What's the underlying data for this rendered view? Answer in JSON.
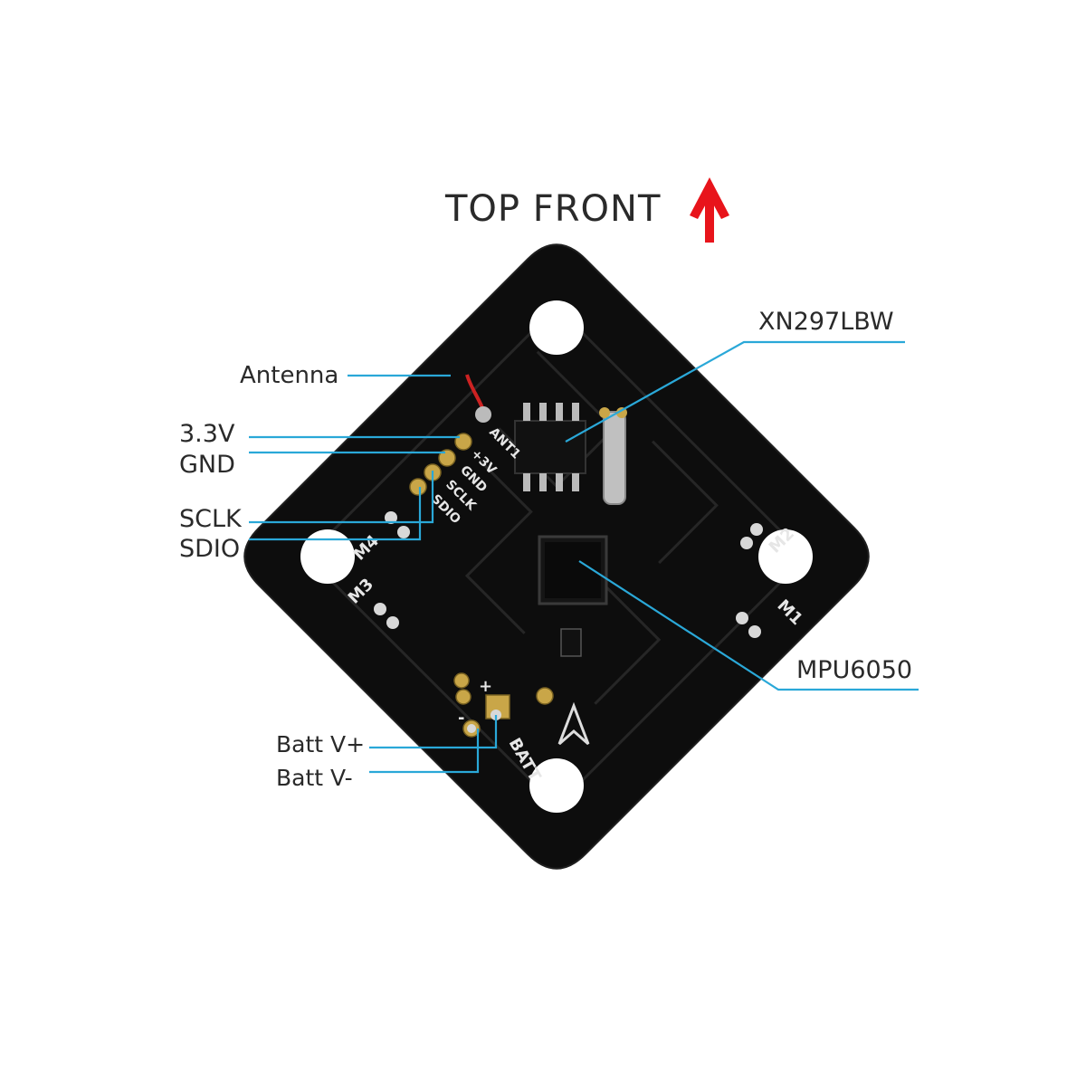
{
  "header": {
    "title": "TOP  FRONT",
    "arrow_color": "#e8141b",
    "arrow_icon": "arrow-up-icon"
  },
  "callouts": {
    "antenna": "Antenna",
    "v33": "3.3V",
    "gnd": "GND",
    "sclk": "SCLK",
    "sdio": "SDIO",
    "xn297": "XN297LBW",
    "mpu": "MPU6050",
    "batt_pos": "Batt V+",
    "batt_neg": "Batt V-"
  },
  "silkscreen": {
    "ant1": "ANT1",
    "plus3v": "+3V",
    "gnd": "GND",
    "sclk": "SCLK",
    "sdio": "SDIO",
    "m1": "M1",
    "m2": "M2",
    "m3": "M3",
    "m4": "M4",
    "batt": "BATT",
    "plus": "+",
    "minus": "-"
  },
  "colors": {
    "board": "#0d0d0d",
    "leader": "#2aa8d8",
    "pad": "#c9a648"
  }
}
